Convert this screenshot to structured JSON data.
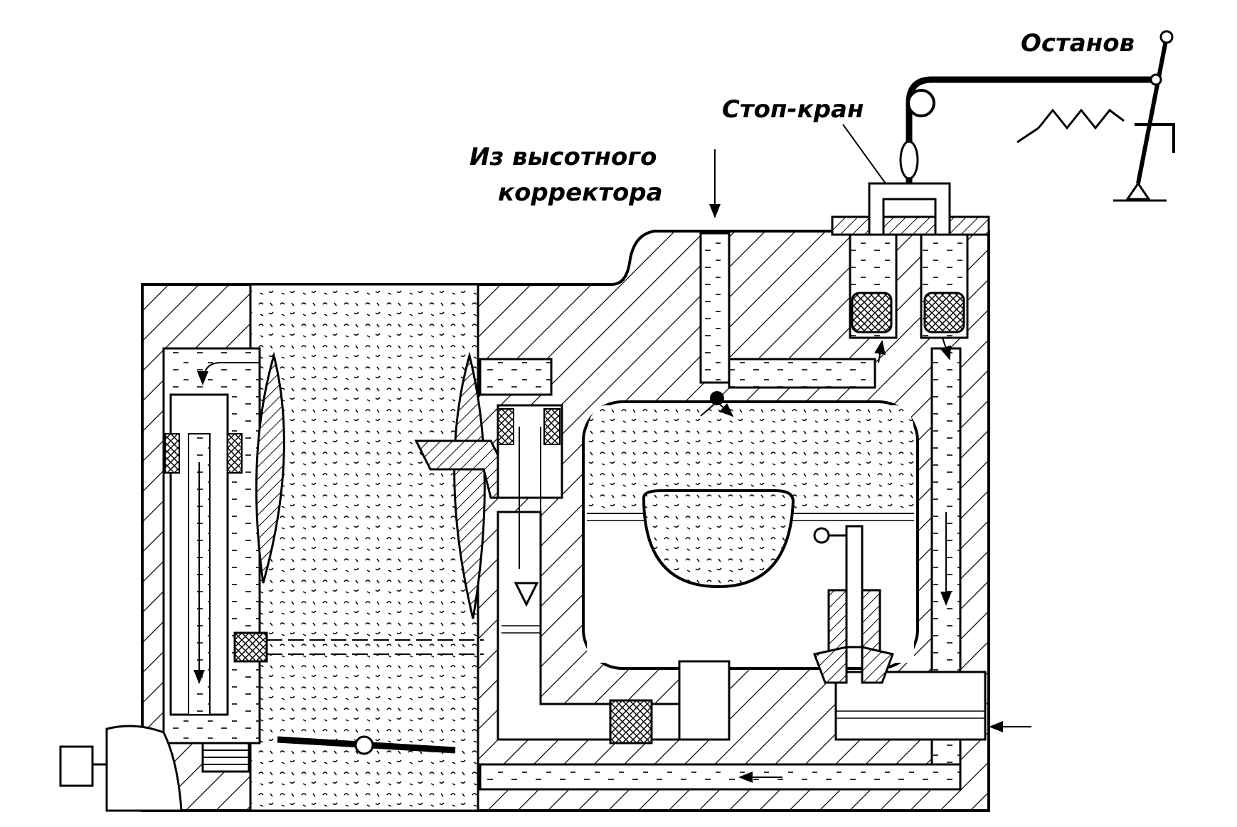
{
  "labels": {
    "stop_lever": "Останов",
    "stop_valve": "Стоп-кран",
    "corrector_line1": "Из высотного",
    "corrector_line2": "корректора"
  },
  "colors": {
    "line": "#000000",
    "background": "#ffffff"
  }
}
